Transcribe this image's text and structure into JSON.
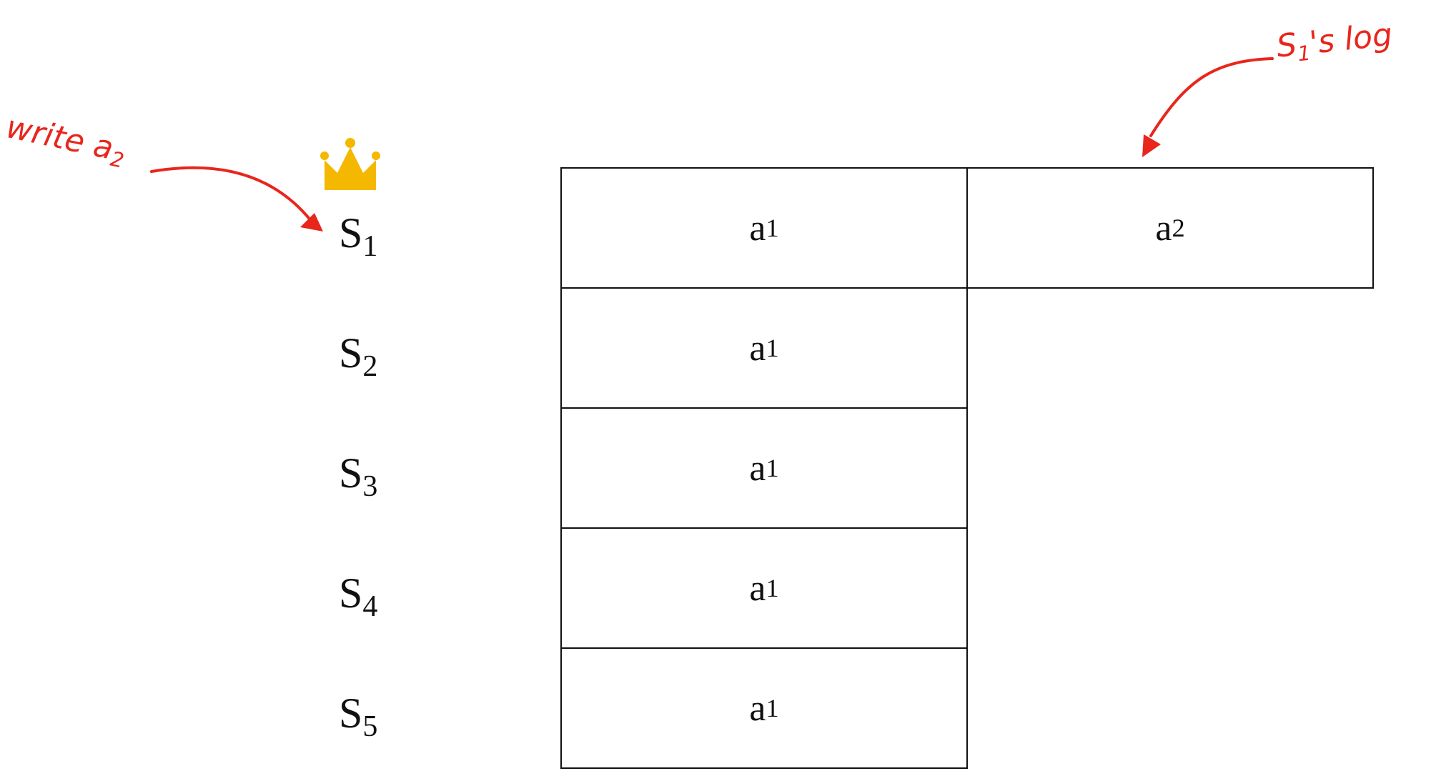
{
  "colors": {
    "annotation": "#e8261c",
    "crown": "#f5b800",
    "border": "#111111"
  },
  "leader_icon": "crown-icon",
  "servers": [
    {
      "name": "S",
      "index": "1",
      "entries": [
        {
          "base": "a",
          "sub": "1"
        },
        {
          "base": "a",
          "sub": "2"
        }
      ]
    },
    {
      "name": "S",
      "index": "2",
      "entries": [
        {
          "base": "a",
          "sub": "1"
        }
      ]
    },
    {
      "name": "S",
      "index": "3",
      "entries": [
        {
          "base": "a",
          "sub": "1"
        }
      ]
    },
    {
      "name": "S",
      "index": "4",
      "entries": [
        {
          "base": "a",
          "sub": "1"
        }
      ]
    },
    {
      "name": "S",
      "index": "5",
      "entries": [
        {
          "base": "a",
          "sub": "1"
        }
      ]
    }
  ],
  "annotations": {
    "write": {
      "text": "write a",
      "sub": "2"
    },
    "log": {
      "prefix": "S",
      "sub": "1",
      "suffix": "'s log"
    }
  }
}
